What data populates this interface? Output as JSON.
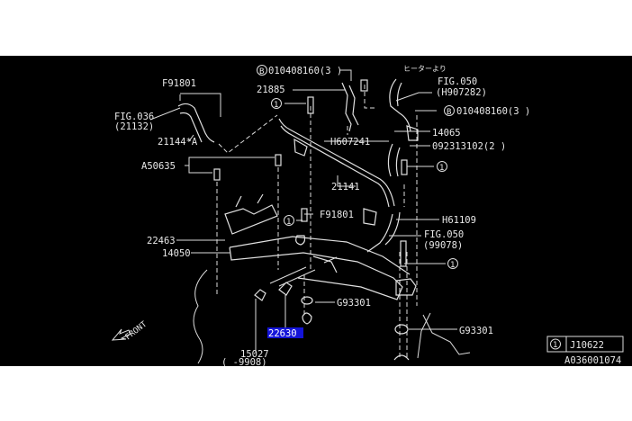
{
  "diagram": {
    "labels": {
      "bolt_b_top": "010408160(3 )",
      "f91801_top": "F91801",
      "p21885": "21885",
      "fig036": "FIG.036",
      "fig036_ref": "(21132)",
      "p21144a": "21144*A",
      "h607241": "H607241",
      "p21141": "21141",
      "a50635": "A50635",
      "f91801_mid": "F91801",
      "p22463": "22463",
      "p14050": "14050",
      "g93301_mid": "G93301",
      "p22630": "22630",
      "p15027": "15027",
      "p15027_range": "(    -9908)",
      "front": "FRONT",
      "heater_note": "ヒーターより",
      "fig050_top": "FIG.050",
      "fig050_top_ref": "(H907282)",
      "bolt_b_right": "010408160(3 )",
      "p14065": "14065",
      "p092313102": "092313102(2 )",
      "h61109": "H61109",
      "fig050_mid": "FIG.050",
      "fig050_mid_ref": "(99078)",
      "g93301_right": "G93301",
      "circle_ref": "1",
      "circle_b": "B",
      "legend_part": "J10622",
      "drawing_id": "A036001074"
    },
    "highlight_color": "#1414d8",
    "background_color": "#000000"
  }
}
